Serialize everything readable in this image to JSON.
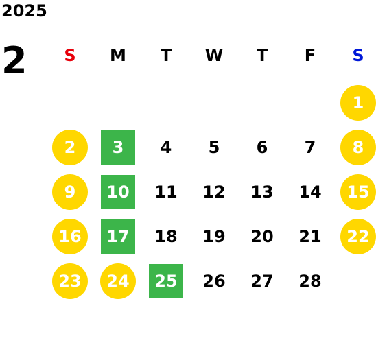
{
  "calendar": {
    "year": "2025",
    "month": "2",
    "weekdays": [
      {
        "label": "S",
        "color": "#E8000B"
      },
      {
        "label": "M",
        "color": "#000000"
      },
      {
        "label": "T",
        "color": "#000000"
      },
      {
        "label": "W",
        "color": "#000000"
      },
      {
        "label": "T",
        "color": "#000000"
      },
      {
        "label": "F",
        "color": "#000000"
      },
      {
        "label": "S",
        "color": "#0018D8"
      }
    ],
    "weeks": [
      [
        null,
        null,
        null,
        null,
        null,
        null,
        {
          "day": "1",
          "style": "holiday"
        }
      ],
      [
        {
          "day": "2",
          "style": "holiday"
        },
        {
          "day": "3",
          "style": "highlight"
        },
        {
          "day": "4",
          "style": "normal"
        },
        {
          "day": "5",
          "style": "normal"
        },
        {
          "day": "6",
          "style": "normal"
        },
        {
          "day": "7",
          "style": "normal"
        },
        {
          "day": "8",
          "style": "holiday"
        }
      ],
      [
        {
          "day": "9",
          "style": "holiday"
        },
        {
          "day": "10",
          "style": "highlight"
        },
        {
          "day": "11",
          "style": "normal"
        },
        {
          "day": "12",
          "style": "normal"
        },
        {
          "day": "13",
          "style": "normal"
        },
        {
          "day": "14",
          "style": "normal"
        },
        {
          "day": "15",
          "style": "holiday"
        }
      ],
      [
        {
          "day": "16",
          "style": "holiday"
        },
        {
          "day": "17",
          "style": "highlight"
        },
        {
          "day": "18",
          "style": "normal"
        },
        {
          "day": "19",
          "style": "normal"
        },
        {
          "day": "20",
          "style": "normal"
        },
        {
          "day": "21",
          "style": "normal"
        },
        {
          "day": "22",
          "style": "holiday"
        }
      ],
      [
        {
          "day": "23",
          "style": "holiday"
        },
        {
          "day": "24",
          "style": "holiday"
        },
        {
          "day": "25",
          "style": "highlight"
        },
        {
          "day": "26",
          "style": "normal"
        },
        {
          "day": "27",
          "style": "normal"
        },
        {
          "day": "28",
          "style": "normal"
        },
        null
      ]
    ],
    "colors": {
      "holiday": "#FFD700",
      "highlight": "#3CB54A",
      "sunday": "#E8000B",
      "saturday": "#0018D8"
    }
  }
}
